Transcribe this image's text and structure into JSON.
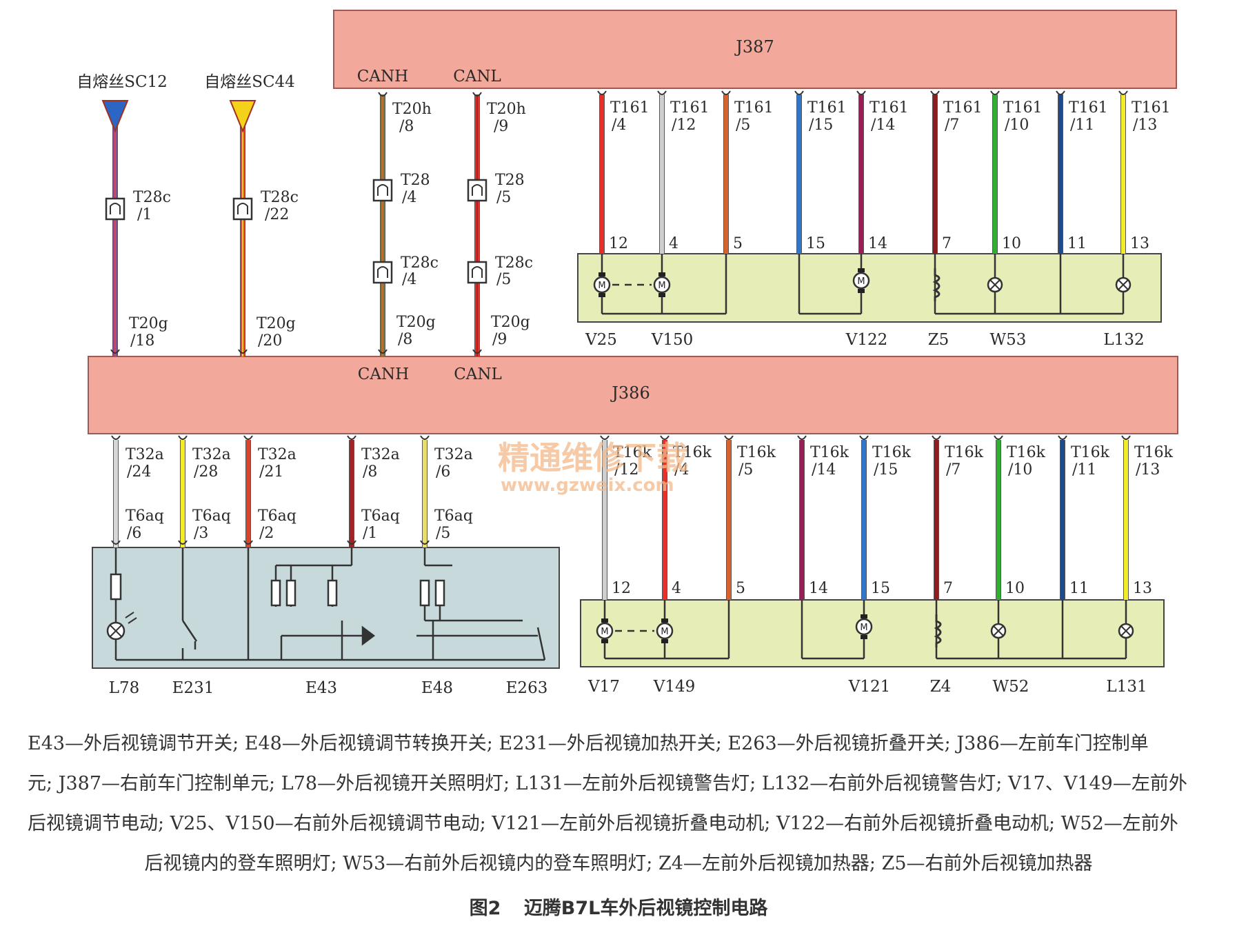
{
  "ecus": {
    "j387": {
      "title": "J387",
      "canh": "CANH",
      "canl": "CANL"
    },
    "j386": {
      "title": "J386",
      "canh": "CANH",
      "canl": "CANL"
    }
  },
  "fuses": [
    {
      "label": "自熔丝SC12",
      "color": "#2b66c4",
      "wire": "#8b4aa0",
      "stripe": "#d94a4a"
    },
    {
      "label": "自熔丝SC44",
      "color": "#f5d21a",
      "wire": "#e8442c",
      "stripe": "#f5d21a"
    }
  ],
  "supply_pins": [
    [
      "T28c",
      "/1",
      "T20g",
      "/18"
    ],
    [
      "T28c",
      "/22",
      "T20g",
      "/20"
    ]
  ],
  "can_pins": [
    [
      "T20h",
      "/8",
      "T28",
      "/4",
      "T28c",
      "/4",
      "T20g",
      "/8"
    ],
    [
      "T20h",
      "/9",
      "T28",
      "/5",
      "T28c",
      "/5",
      "T20g",
      "/9"
    ]
  ],
  "right_top": {
    "pins": [
      {
        "line1": "T161",
        "line2": "/4",
        "num": "12",
        "color": "#e8302a"
      },
      {
        "line1": "T161",
        "line2": "/12",
        "num": "4",
        "color": "#cfcfcf"
      },
      {
        "line1": "T161",
        "line2": "/5",
        "num": "5",
        "color": "#d9622c"
      },
      {
        "line1": "T161",
        "line2": "/15",
        "num": "15",
        "color": "#2f77cc"
      },
      {
        "line1": "T161",
        "line2": "/14",
        "num": "14",
        "color": "#9a1e55"
      },
      {
        "line1": "T161",
        "line2": "/7",
        "num": "7",
        "color": "#8f1d1d"
      },
      {
        "line1": "T161",
        "line2": "/10",
        "num": "10",
        "color": "#2eb030"
      },
      {
        "line1": "T161",
        "line2": "/11",
        "num": "11",
        "color": "#1f4a8c"
      },
      {
        "line1": "T161",
        "line2": "/13",
        "num": "13",
        "color": "#f3ea2a"
      }
    ],
    "components": [
      "V25",
      "V150",
      "V122",
      "Z5",
      "W53",
      "L132"
    ]
  },
  "right_bottom": {
    "pins": [
      {
        "line1": "T16k",
        "line2": "/12",
        "num": "12",
        "color": "#cfcfcf"
      },
      {
        "line1": "T16k",
        "line2": "/4",
        "num": "4",
        "color": "#e8302a"
      },
      {
        "line1": "T16k",
        "line2": "/5",
        "num": "5",
        "color": "#d9622c"
      },
      {
        "line1": "T16k",
        "line2": "/14",
        "num": "14",
        "color": "#9a1e55"
      },
      {
        "line1": "T16k",
        "line2": "/15",
        "num": "15",
        "color": "#2f77cc"
      },
      {
        "line1": "T16k",
        "line2": "/7",
        "num": "7",
        "color": "#8f1d1d"
      },
      {
        "line1": "T16k",
        "line2": "/10",
        "num": "10",
        "color": "#2eb030"
      },
      {
        "line1": "T16k",
        "line2": "/11",
        "num": "11",
        "color": "#1f4a8c"
      },
      {
        "line1": "T16k",
        "line2": "/13",
        "num": "13",
        "color": "#f3ea2a"
      }
    ],
    "components": [
      "V17",
      "V149",
      "V121",
      "Z4",
      "W52",
      "L131"
    ]
  },
  "left_bottom": {
    "pins": [
      {
        "t32": "T32a",
        "t32n": "/24",
        "t6": "T6aq",
        "t6n": "/6",
        "color": "#d8d8d8"
      },
      {
        "t32": "T32a",
        "t32n": "/28",
        "t6": "T6aq",
        "t6n": "/3",
        "color": "#f3ea2a"
      },
      {
        "t32": "T32a",
        "t32n": "/21",
        "t6": "T6aq",
        "t6n": "/2",
        "color": "#d9442c"
      },
      {
        "t32": "T32a",
        "t32n": "/8",
        "t6": "T6aq",
        "t6n": "/1",
        "color": "#a52222"
      },
      {
        "t32": "T32a",
        "t32n": "/6",
        "t6": "T6aq",
        "t6n": "/5",
        "color": "#e7df6a"
      }
    ],
    "components": [
      "L78",
      "E231",
      "E43",
      "E48",
      "E263"
    ]
  },
  "watermark": {
    "line1": "精通维修下载",
    "line2": "www.gzweix.com"
  },
  "legend_lines": [
    "E43—外后视镜调节开关; E48—外后视镜调节转换开关; E231—外后视镜加热开关; E263—外后视镜折叠开关; J386—左前车门控制单",
    "元; J387—右前车门控制单元; L78—外后视镜开关照明灯; L131—左前外后视镜警告灯; L132—右前外后视镜警告灯; V17、V149—左前外",
    "后视镜调节电动; V25、V150—右前外后视镜调节电动; V121—左前外后视镜折叠电动机; V122—右前外后视镜折叠电动机; W52—左前外",
    "后视镜内的登车照明灯; W53—右前外后视镜内的登车照明灯; Z4—左前外后视镜加热器; Z5—右前外后视镜加热器"
  ],
  "caption": {
    "number": "图2",
    "title": "迈腾B7L车外后视镜控制电路"
  },
  "colors": {
    "ecu_fill": "#f2a89a",
    "ecu_stroke": "#9a5a55",
    "right_box": "#e6edb6",
    "left_box": "#c7d9da"
  }
}
